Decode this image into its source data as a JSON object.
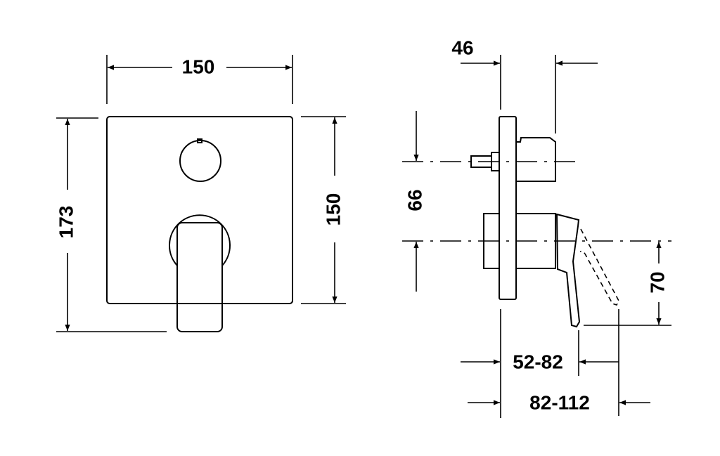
{
  "front_view": {
    "width_label": "150",
    "overall_height_label": "173",
    "plate_height_label": "150"
  },
  "side_view": {
    "depth_label": "46",
    "center_distance_label": "66",
    "lever_height_label": "70",
    "projection_short_label": "52-82",
    "projection_long_label": "82-112"
  }
}
